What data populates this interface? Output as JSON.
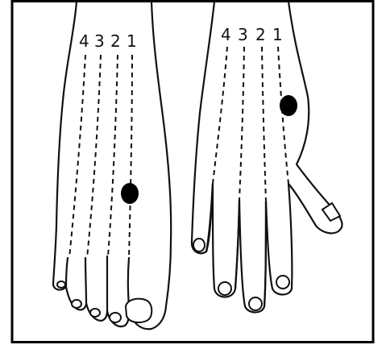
{
  "colors": {
    "line": "#111111",
    "point": "#000000",
    "background": "#ffffff"
  },
  "foot": {
    "line_labels": [
      "4",
      "3",
      "2",
      "1"
    ]
  },
  "hand": {
    "line_labels": [
      "4",
      "3",
      "2",
      "1"
    ]
  }
}
